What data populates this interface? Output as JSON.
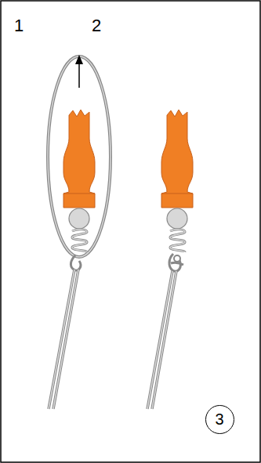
{
  "diagram": {
    "nodes": [
      {
        "text": [
          "3"
        ]
      }
    ],
    "labels": [
      "1",
      "2"
    ]
  }
}
